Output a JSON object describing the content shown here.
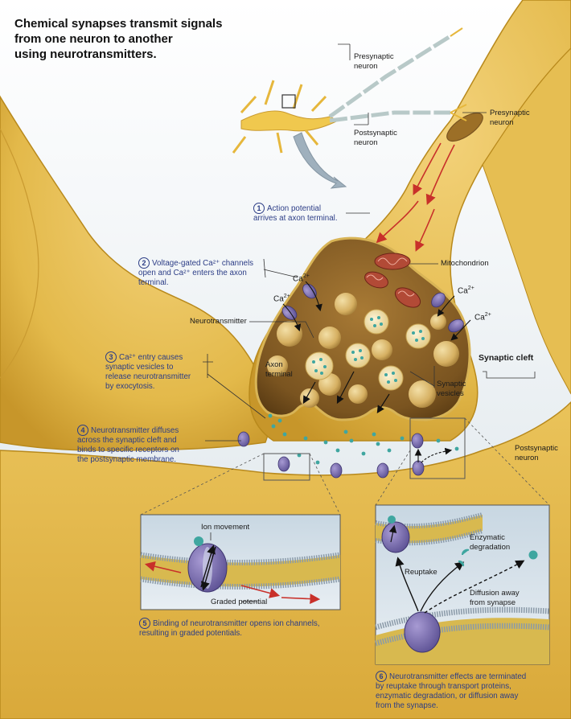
{
  "title": {
    "line1": "Chemical synapses transmit signals",
    "line2": "from one neuron to another",
    "line3": "using neurotransmitters."
  },
  "labels": {
    "presynaptic_top_1": "Presynaptic",
    "presynaptic_top_2": "neuron",
    "postsynaptic_top_1": "Postsynaptic",
    "postsynaptic_top_2": "neuron",
    "presynaptic_right_1": "Presynaptic",
    "presynaptic_right_2": "neuron",
    "mitochondrion": "Mitochondrion",
    "neurotransmitter": "Neurotransmitter",
    "axon_terminal_1": "Axon",
    "axon_terminal_2": "terminal",
    "synaptic_vesicles_1": "Synaptic",
    "synaptic_vesicles_2": "vesicles",
    "synaptic_cleft": "Synaptic cleft",
    "postsynaptic_right_1": "Postsynaptic",
    "postsynaptic_right_2": "neuron",
    "ion_movement": "Ion movement",
    "graded_potential": "Graded potential",
    "reuptake": "Reuptake",
    "enzymatic_1": "Enzymatic",
    "enzymatic_2": "degradation",
    "diffusion_1": "Diffusion away",
    "diffusion_2": "from synapse",
    "ca_base": "Ca",
    "ca_sup": "2+"
  },
  "steps": [
    {
      "num": "1",
      "lines": [
        "Action potential",
        "arrives at axon terminal."
      ]
    },
    {
      "num": "2",
      "lines": [
        "Voltage-gated Ca²⁺ channels",
        "open and Ca²⁺ enters the axon",
        "terminal."
      ]
    },
    {
      "num": "3",
      "lines": [
        "Ca²⁺ entry causes",
        "synaptic vesicles to",
        "release neurotransmitter",
        "by exocytosis."
      ]
    },
    {
      "num": "4",
      "lines": [
        "Neurotransmitter diffuses",
        "across the synaptic cleft and",
        "binds to specific receptors on",
        "the postsynaptic membrane."
      ]
    },
    {
      "num": "5",
      "lines": [
        "Binding of neurotransmitter opens ion channels,",
        "resulting in graded potentials."
      ]
    },
    {
      "num": "6",
      "lines": [
        "Neurotransmitter effects are terminated",
        "by reuptake through transport proteins,",
        "enzymatic degradation, or diffusion away",
        "from the synapse."
      ]
    }
  ],
  "colors": {
    "neuron_fill": "#e3b94a",
    "neuron_edge": "#b8891c",
    "cytoplasm": "#7a5420",
    "vesicle": "#d9b86a",
    "channel": "#6f63a6",
    "neurotransmitter": "#3fa6a0",
    "arrow_red": "#c8302a",
    "step_text": "#2c3d86"
  }
}
